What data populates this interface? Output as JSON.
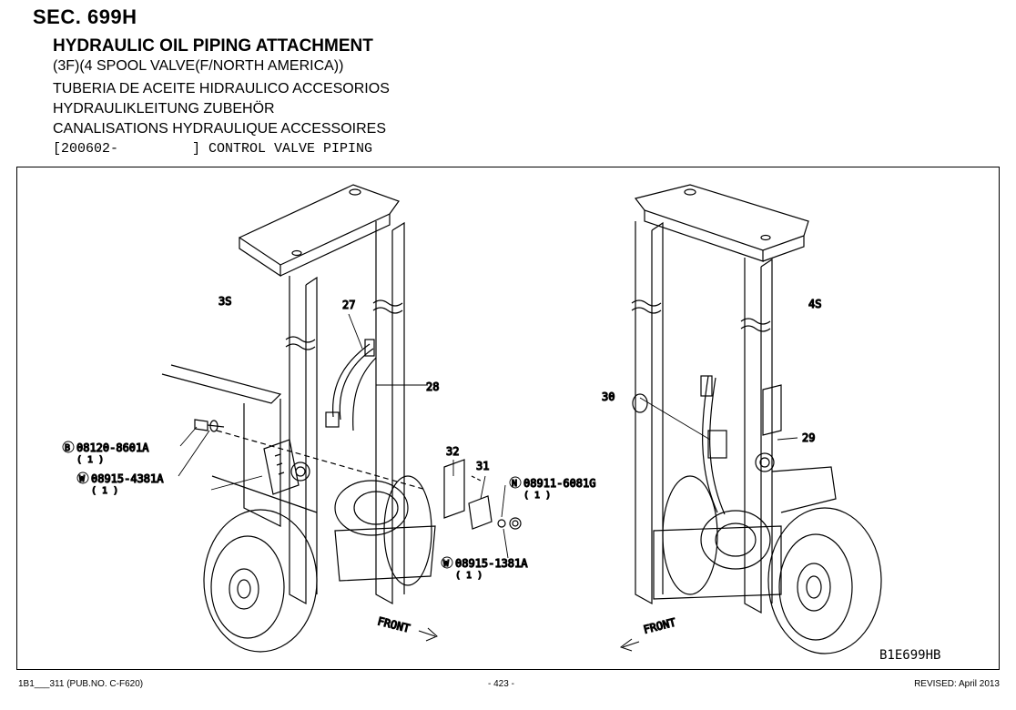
{
  "header": {
    "section": "SEC. 699H",
    "title_en": "HYDRAULIC OIL PIPING ATTACHMENT",
    "subtitle": "(3F)(4 SPOOL VALVE(F/NORTH AMERICA))",
    "title_es": "TUBERIA DE ACEITE HIDRAULICO ACCESORIOS",
    "title_de": "HYDRAULIKLEITUNG ZUBEHÖR",
    "title_fr": "CANALISATIONS HYDRAULIQUE ACCESSOIRES",
    "range": "[200602-         ] CONTROL VALVE PIPING"
  },
  "diagram": {
    "view_left": "3S",
    "view_right": "4S",
    "front_label": "FRONT",
    "callouts": {
      "c27": "27",
      "c28": "28",
      "c29": "29",
      "c30": "30",
      "c31": "31",
      "c32": "32"
    },
    "parts": {
      "b_prefix": "B",
      "b_number": "08120-8601A",
      "b_qty": "( 1 )",
      "w1_prefix": "W",
      "w1_number": "08915-4381A",
      "w1_qty": "( 1 )",
      "n_prefix": "N",
      "n_number": "08911-6081G",
      "n_qty": "( 1 )",
      "w2_prefix": "W",
      "w2_number": "08915-1381A",
      "w2_qty": "( 1 )"
    },
    "ref_code": "B1E699HB"
  },
  "footer": {
    "left": "1B1___311 (PUB.NO. C-F620)",
    "center": "- 423 -",
    "right": "REVISED: April 2013"
  }
}
